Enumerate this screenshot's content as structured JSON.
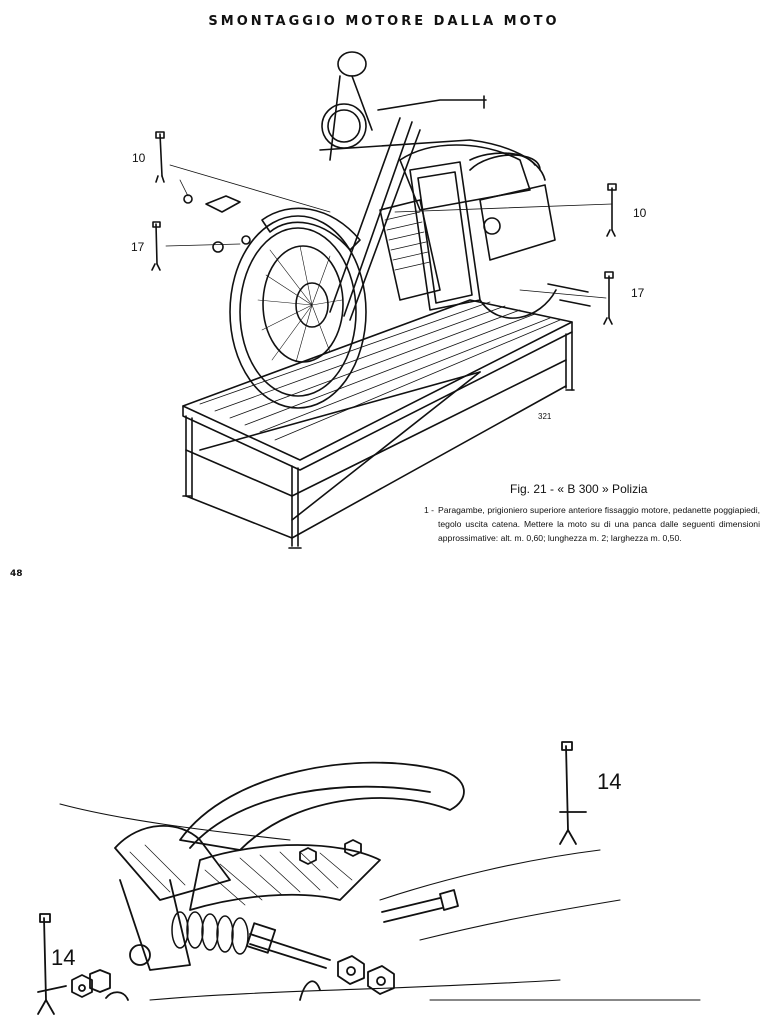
{
  "page": {
    "title": "SMONTAGGIO MOTORE DALLA MOTO",
    "page_number": "48"
  },
  "figure_top": {
    "callouts": {
      "left_upper": "10",
      "left_lower": "17",
      "right_upper": "10",
      "right_lower": "17"
    },
    "drawing_id": "321",
    "caption": "Fig. 21 - « B 300 » Polizia",
    "description_number": "1 -",
    "description": "Paragambe, prigioniero superiore anteriore fissaggio motore, pedanette poggiapiedi, tegolo uscita catena. Mettere la moto su di una panca dalle seguenti dimensioni approssimative: alt. m. 0,60; lunghezza m. 2; larghezza m. 0,50."
  },
  "figure_bottom": {
    "callouts": {
      "right": "14",
      "left": "14"
    }
  }
}
